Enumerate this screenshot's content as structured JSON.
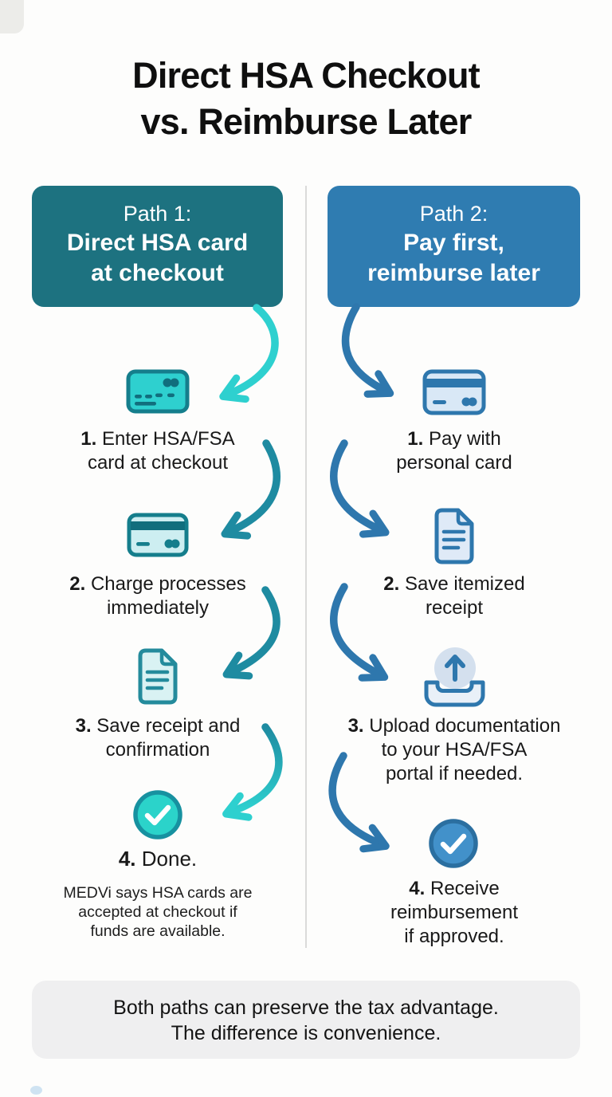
{
  "title": {
    "line1": "Direct HSA Checkout",
    "line2": "vs. Reimburse Later"
  },
  "path1": {
    "header_label": "Path 1:",
    "header_line1": "Direct HSA card",
    "header_line2": "at checkout",
    "steps": {
      "s1": {
        "num": "1.",
        "line1": "Enter HSA/FSA",
        "line2": "card at checkout",
        "icon": "credit-card-front-icon"
      },
      "s2": {
        "num": "2.",
        "line1": "Charge processes",
        "line2": "immediately",
        "icon": "credit-card-stripe-icon"
      },
      "s3": {
        "num": "3.",
        "line1": "Save receipt and",
        "line2": "confirmation",
        "icon": "receipt-document-icon"
      },
      "s4": {
        "num": "4.",
        "line1": "Done.",
        "icon": "check-circle-icon"
      }
    },
    "footnote": {
      "line1": "MEDVi says HSA cards are",
      "line2": "accepted at checkout if",
      "line3": "funds are available."
    }
  },
  "path2": {
    "header_label": "Path 2:",
    "header_line1": "Pay first,",
    "header_line2": "reimburse later",
    "steps": {
      "s1": {
        "num": "1.",
        "line1": "Pay with",
        "line2": "personal card",
        "icon": "credit-card-stripe-icon"
      },
      "s2": {
        "num": "2.",
        "line1": "Save itemized",
        "line2": "receipt",
        "icon": "receipt-document-icon"
      },
      "s3": {
        "num": "3.",
        "line1": "Upload documentation",
        "line2": "to your HSA/FSA",
        "line3": "portal if needed.",
        "icon": "upload-tray-icon"
      },
      "s4": {
        "num": "4.",
        "line1": "Receive",
        "line2": "reimbursement",
        "line3": "if approved.",
        "icon": "check-circle-icon"
      }
    }
  },
  "footer": {
    "line1": "Both paths can preserve the tax advantage.",
    "line2": "The difference is convenience."
  },
  "colors": {
    "bg": "#fdfdfc",
    "ink": "#161616",
    "path1_header": "#1d7280",
    "path2_header": "#2f7cb1",
    "turquoise": "#2ed0cf",
    "teal_arrow": "#1e8ba1",
    "teal_stroke": "#157e8c",
    "teal_detail": "#116e7d",
    "pale_teal": "#cdeef1",
    "pale_teal_doc": "#d9f2f3",
    "check_teal_fill": "#2bd3ca",
    "check_teal_ring": "#1791a0",
    "blue_arrow": "#2e77ad",
    "pale_blue": "#d9e8f6",
    "pale_blue_circle": "#d4e0ee",
    "check_blue_fill": "#4291ca",
    "check_blue_ring": "#2b6fa0",
    "divider": "#dadada",
    "footer_bg": "#efeff0"
  }
}
